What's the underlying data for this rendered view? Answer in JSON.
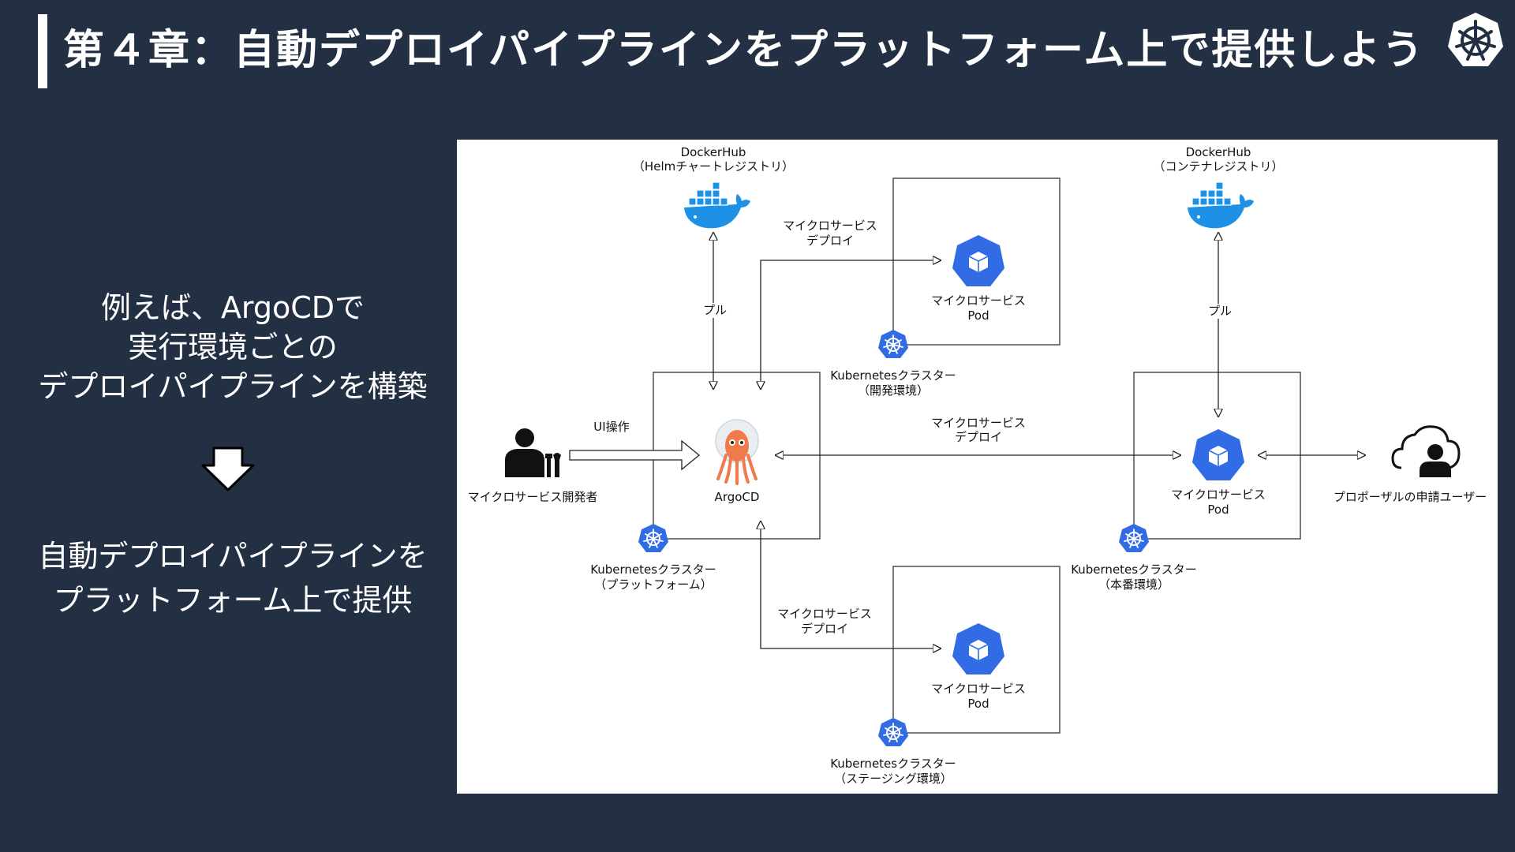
{
  "header": {
    "title": "第４章：自動デプロイパイプラインをプラットフォーム上で提供しよう"
  },
  "left": {
    "intro_line1": "例えば、ArgoCDで",
    "intro_line2": "実行環境ごとの",
    "intro_line3": "デプロイパイプラインを構築",
    "result_line1": "自動デプロイパイプラインを",
    "result_line2": "プラットフォーム上で提供"
  },
  "diagram": {
    "dockerhub_helm_name": "DockerHub",
    "dockerhub_helm_sub": "（Helmチャートレジストリ）",
    "dockerhub_container_name": "DockerHub",
    "dockerhub_container_sub": "（コンテナレジストリ）",
    "pull_left": "プル",
    "pull_right": "プル",
    "deploy_dev_1": "マイクロサービス",
    "deploy_dev_2": "デプロイ",
    "deploy_prod_1": "マイクロサービス",
    "deploy_prod_2": "デプロイ",
    "deploy_stg_1": "マイクロサービス",
    "deploy_stg_2": "デプロイ",
    "ui_op": "UI操作",
    "developer": "マイクロサービス開発者",
    "argocd": "ArgoCD",
    "pod_dev_1": "マイクロサービス",
    "pod_dev_2": "Pod",
    "pod_prod_1": "マイクロサービス",
    "pod_prod_2": "Pod",
    "pod_stg_1": "マイクロサービス",
    "pod_stg_2": "Pod",
    "cluster_dev_1": "Kubernetesクラスター",
    "cluster_dev_2": "（開発環境）",
    "cluster_platform_1": "Kubernetesクラスター",
    "cluster_platform_2": "（プラットフォーム）",
    "cluster_prod_1": "Kubernetesクラスター",
    "cluster_prod_2": "（本番環境）",
    "cluster_stg_1": "Kubernetesクラスター",
    "cluster_stg_2": "（ステージング環境）",
    "user": "プロポーザルの申請ユーザー"
  },
  "colors": {
    "background": "#232f43",
    "k8s_blue": "#326ce5",
    "docker_blue": "#1d91e6",
    "argo_orange": "#ef7b4d"
  }
}
